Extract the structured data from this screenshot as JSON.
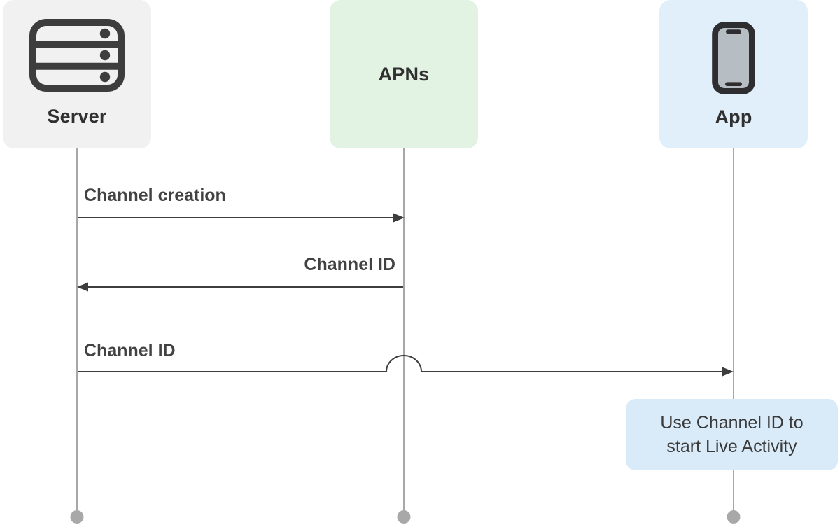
{
  "actors": [
    {
      "id": "server",
      "label": "Server",
      "icon": "server-icon"
    },
    {
      "id": "apns",
      "label": "APNs",
      "icon": ""
    },
    {
      "id": "app",
      "label": "App",
      "icon": "phone-icon"
    }
  ],
  "messages": [
    {
      "from": "server",
      "to": "apns",
      "label": "Channel creation",
      "direction": "right"
    },
    {
      "from": "apns",
      "to": "server",
      "label": "Channel ID",
      "direction": "left"
    },
    {
      "from": "server",
      "to": "app",
      "label": "Channel ID",
      "direction": "right",
      "hops_over": "apns"
    }
  ],
  "note": {
    "attached_to": "app",
    "lines": [
      "Use Channel ID to",
      "start Live Activity"
    ]
  },
  "colors": {
    "background": "#ffffff",
    "server_box": "#f1f1f2",
    "apns_box": "#e2f2e3",
    "app_box": "#e0effa",
    "note_box": "#d9eaf8",
    "icon_dark": "#3d3d3d",
    "phone_screen": "#b6bec4",
    "heading_text": "#303030",
    "message_label": "#424242",
    "note_text": "#3a3a3a",
    "arrow": "#3d3d3d",
    "lifeline": "#a8a8a8"
  }
}
